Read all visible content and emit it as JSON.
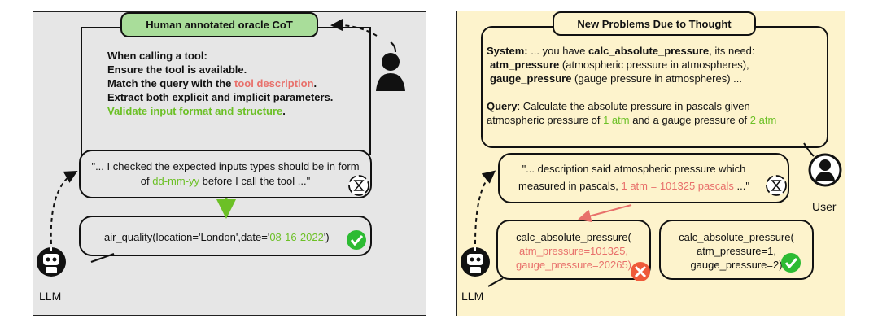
{
  "colors": {
    "left_panel_bg": "#e6e6e6",
    "right_panel_bg": "#fdf3cc",
    "title_green": "#a9dd9a",
    "highlight_red": "#e8706b",
    "highlight_green": "#6cc026",
    "check_green": "#2dbb33",
    "cross_red": "#ef5a3a"
  },
  "left": {
    "title": "Human annotated oracle CoT",
    "cot": {
      "line1": "When calling a tool:",
      "line2": "Ensure the tool is available.",
      "line3_a": "Match the query with the ",
      "line3_b": "tool description",
      "line3_c": ".",
      "line4": "Extract both explicit and implicit parameters.",
      "line5_a": "Validate input format and structure",
      "line5_b": "."
    },
    "thought": {
      "line1": "\"... I checked the expected inputs types should be in form",
      "line2_a": "of ",
      "line2_b": "dd-mm-yy",
      "line2_c": " before I call the tool ...\""
    },
    "call": {
      "a": "air_quality(location='London',date='",
      "b": "08-16-2022",
      "c": "')"
    },
    "llm_label": "LLM"
  },
  "right": {
    "title": "New Problems Due to Thought",
    "system": {
      "l1_a": "System:",
      "l1_b": " ... you have ",
      "l1_c": "calc_absolute_pressure",
      "l1_d": ", its need:",
      "l2_a": "atm_pressure",
      "l2_b": " (atmospheric pressure in atmospheres),",
      "l3_a": "gauge_pressure",
      "l3_b": " (gauge pressure in atmospheres) ..."
    },
    "query": {
      "l1_a": "Query",
      "l1_b": ": Calculate the absolute pressure in pascals given",
      "l2_a": "atmospheric pressure of ",
      "l2_b": "1 atm",
      "l2_c": " and a gauge pressure of ",
      "l2_d": "2 atm"
    },
    "thought": {
      "line1": "\"... description said atmospheric pressure which",
      "line2_a": "measured in pascals, ",
      "line2_b": "1 atm = 101325 pascals",
      "line2_c": " ...\""
    },
    "wrong_call": {
      "l1": "calc_absolute_pressure(",
      "l2": "atm_pressure=101325,",
      "l3": "gauge_pressure=20265)"
    },
    "right_call": {
      "l1": "calc_absolute_pressure(",
      "l2": "atm_pressure=1,",
      "l3": "gauge_pressure=2)"
    },
    "user_label": "User",
    "llm_label": "LLM"
  }
}
